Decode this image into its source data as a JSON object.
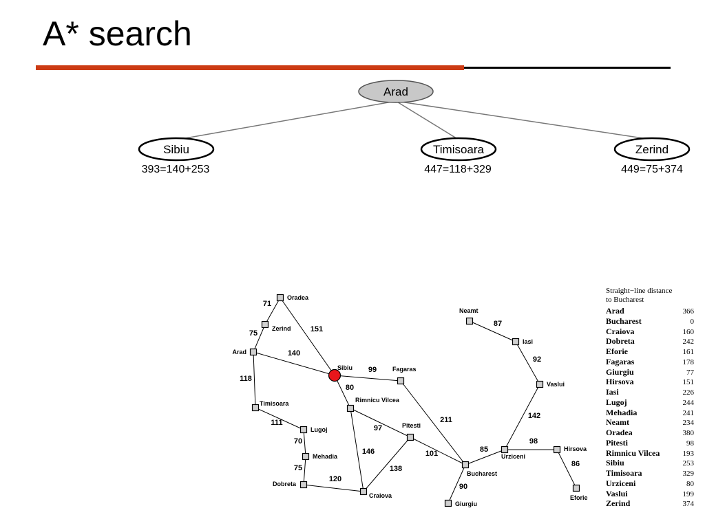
{
  "title": "A* search",
  "tree": {
    "root": "Arad",
    "children": [
      {
        "label": "Sibiu",
        "f": "393=140+253"
      },
      {
        "label": "Timisoara",
        "f": "447=118+329"
      },
      {
        "label": "Zerind",
        "f": "449=75+374"
      }
    ]
  },
  "map": {
    "current": "Sibiu",
    "cities": [
      "Oradea",
      "Zerind",
      "Arad",
      "Sibiu",
      "Fagaras",
      "Timisoara",
      "Rimnicu Vilcea",
      "Lugoj",
      "Pitesti",
      "Mehadia",
      "Dobreta",
      "Craiova",
      "Bucharest",
      "Giurgiu",
      "Urziceni",
      "Hirsova",
      "Eforie",
      "Vaslui",
      "Iasi",
      "Neamt"
    ],
    "roads": [
      {
        "from": "Oradea",
        "to": "Zerind",
        "km": "71"
      },
      {
        "from": "Oradea",
        "to": "Sibiu",
        "km": "151"
      },
      {
        "from": "Zerind",
        "to": "Arad",
        "km": "75"
      },
      {
        "from": "Arad",
        "to": "Sibiu",
        "km": "140"
      },
      {
        "from": "Arad",
        "to": "Timisoara",
        "km": "118"
      },
      {
        "from": "Timisoara",
        "to": "Lugoj",
        "km": "111"
      },
      {
        "from": "Lugoj",
        "to": "Mehadia",
        "km": "70"
      },
      {
        "from": "Mehadia",
        "to": "Dobreta",
        "km": "75"
      },
      {
        "from": "Dobreta",
        "to": "Craiova",
        "km": "120"
      },
      {
        "from": "Sibiu",
        "to": "Fagaras",
        "km": "99"
      },
      {
        "from": "Sibiu",
        "to": "Rimnicu Vilcea",
        "km": "80"
      },
      {
        "from": "Rimnicu Vilcea",
        "to": "Pitesti",
        "km": "97"
      },
      {
        "from": "Rimnicu Vilcea",
        "to": "Craiova",
        "km": "146"
      },
      {
        "from": "Craiova",
        "to": "Pitesti",
        "km": "138"
      },
      {
        "from": "Fagaras",
        "to": "Bucharest",
        "km": "211"
      },
      {
        "from": "Pitesti",
        "to": "Bucharest",
        "km": "101"
      },
      {
        "from": "Bucharest",
        "to": "Giurgiu",
        "km": "90"
      },
      {
        "from": "Bucharest",
        "to": "Urziceni",
        "km": "85"
      },
      {
        "from": "Urziceni",
        "to": "Hirsova",
        "km": "98"
      },
      {
        "from": "Hirsova",
        "to": "Eforie",
        "km": "86"
      },
      {
        "from": "Urziceni",
        "to": "Vaslui",
        "km": "142"
      },
      {
        "from": "Vaslui",
        "to": "Iasi",
        "km": "92"
      },
      {
        "from": "Iasi",
        "to": "Neamt",
        "km": "87"
      }
    ]
  },
  "legend": {
    "heading": "Straight−line distance",
    "heading2": "to Bucharest",
    "rows": [
      {
        "city": "Arad",
        "value": "366"
      },
      {
        "city": "Bucharest",
        "value": "0"
      },
      {
        "city": "Craiova",
        "value": "160"
      },
      {
        "city": "Dobreta",
        "value": "242"
      },
      {
        "city": "Eforie",
        "value": "161"
      },
      {
        "city": "Fagaras",
        "value": "178"
      },
      {
        "city": "Giurgiu",
        "value": "77"
      },
      {
        "city": "Hirsova",
        "value": "151"
      },
      {
        "city": "Iasi",
        "value": "226"
      },
      {
        "city": "Lugoj",
        "value": "244"
      },
      {
        "city": "Mehadia",
        "value": "241"
      },
      {
        "city": "Neamt",
        "value": "234"
      },
      {
        "city": "Oradea",
        "value": "380"
      },
      {
        "city": "Pitesti",
        "value": "98"
      },
      {
        "city": "Rimnicu Vilcea",
        "value": "193"
      },
      {
        "city": "Sibiu",
        "value": "253"
      },
      {
        "city": "Timisoara",
        "value": "329"
      },
      {
        "city": "Urziceni",
        "value": "80"
      },
      {
        "city": "Vaslui",
        "value": "199"
      },
      {
        "city": "Zerind",
        "value": "374"
      }
    ]
  },
  "colors": {
    "accent_red": "#cc3b14",
    "root_fill": "#c8c8c8",
    "current_node": "#e8161b",
    "node_fill": "#d0d0d0"
  }
}
